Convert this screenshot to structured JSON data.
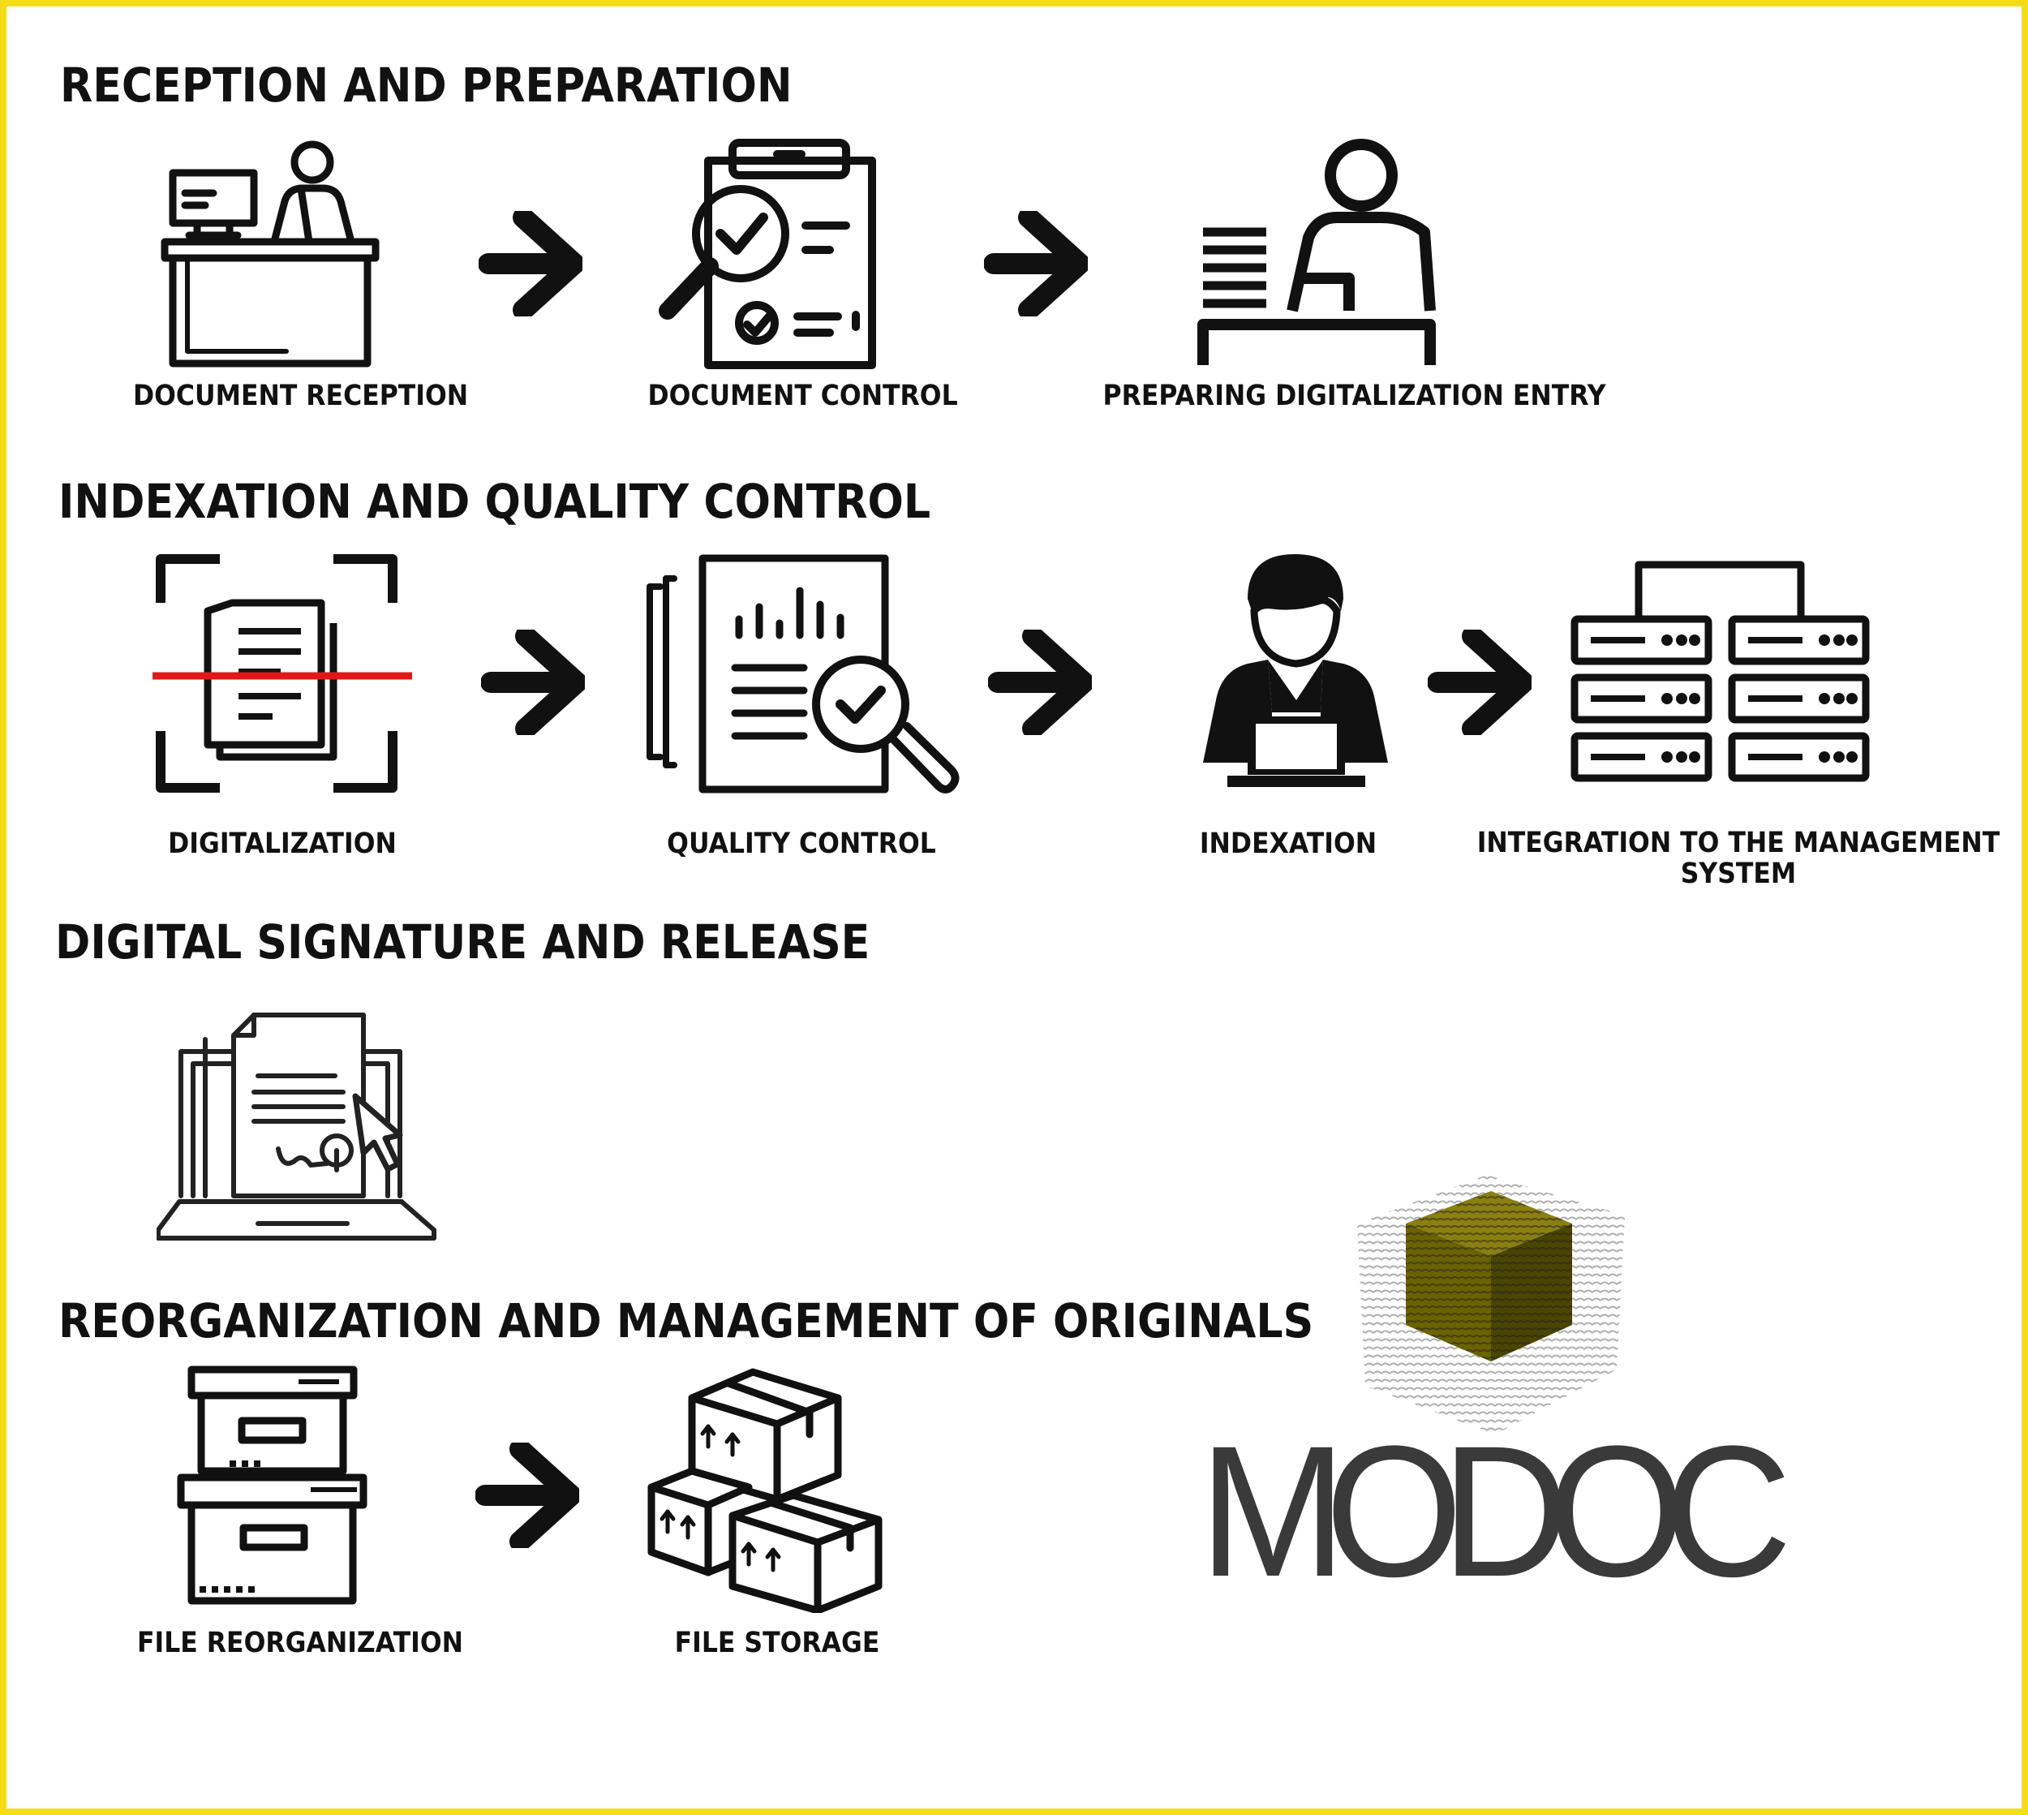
{
  "colors": {
    "border": "#f4dd16",
    "ink": "#111111",
    "scan_line": "#e01818",
    "logo_cube": "#6b6300",
    "logo_text": "#3a3a3a"
  },
  "sections": [
    {
      "title": "RECEPTION AND PREPARATION",
      "steps": [
        {
          "label": "DOCUMENT RECEPTION",
          "icon": "reception-desk-icon"
        },
        {
          "label": "DOCUMENT CONTROL",
          "icon": "clipboard-magnifier-icon"
        },
        {
          "label": "PREPARING DIGITALIZATION ENTRY",
          "icon": "person-at-desk-icon"
        }
      ]
    },
    {
      "title": "INDEXATION AND QUALITY CONTROL",
      "steps": [
        {
          "label": "DIGITALIZATION",
          "icon": "document-scan-icon"
        },
        {
          "label": "QUALITY CONTROL",
          "icon": "report-magnifier-icon"
        },
        {
          "label": "INDEXATION",
          "icon": "person-laptop-icon"
        },
        {
          "label": "INTEGRATION TO THE MANAGEMENT SYSTEM",
          "icon": "server-racks-icon"
        }
      ]
    },
    {
      "title": "DIGITAL SIGNATURE AND RELEASE",
      "steps": [
        {
          "label": "",
          "icon": "laptop-signed-document-icon"
        }
      ]
    },
    {
      "title": "REORGANIZATION AND MANAGEMENT OF ORIGINALS",
      "steps": [
        {
          "label": "FILE REORGANIZATION",
          "icon": "stacked-archive-boxes-icon"
        },
        {
          "label": "FILE STORAGE",
          "icon": "stacked-cartons-icon"
        }
      ]
    }
  ],
  "logo": {
    "text": "MODOC",
    "icon": "fingerprint-cube-icon"
  }
}
